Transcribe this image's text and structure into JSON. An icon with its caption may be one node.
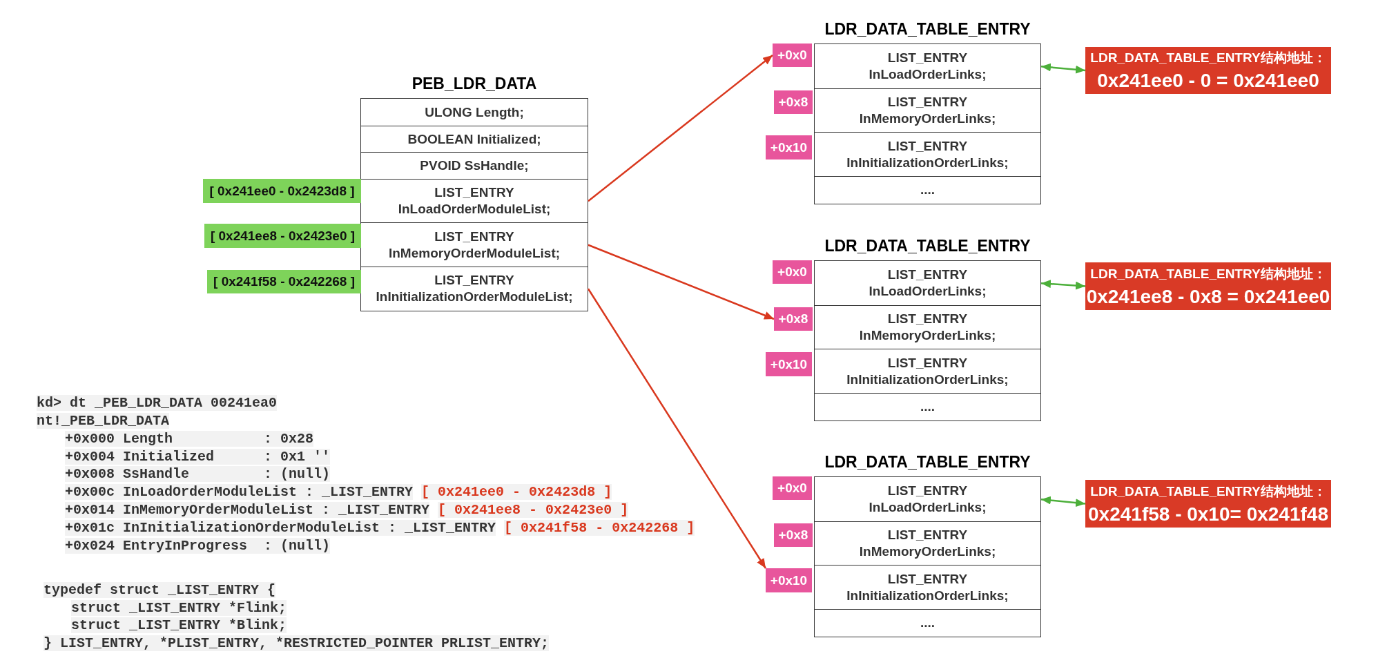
{
  "diagram": {
    "nodes": [
      {
        "text": [
          "PEB_LDR_DATA"
        ]
      },
      {
        "text": [
          "ULONG Length;"
        ],
        "in": 0
      },
      {
        "text": [
          "BOOLEAN Initialized;"
        ],
        "in": 0
      },
      {
        "text": [
          "PVOID SsHandle;"
        ],
        "in": 0
      },
      {
        "text": [
          "LIST_ENTRY InLoadOrderModuleList;"
        ],
        "in": 0
      },
      {
        "text": [
          "LIST_ENTRY InMemoryOrderModuleList;"
        ],
        "in": 0
      },
      {
        "text": [
          "LIST_ENTRY InInitializationOrderModuleList;"
        ],
        "in": 0
      },
      {
        "text": [
          "[ 0x241ee0 - 0x2423d8 ]"
        ]
      },
      {
        "text": [
          "[ 0x241ee8 - 0x2423e0 ]"
        ]
      },
      {
        "text": [
          "[ 0x241f58 - 0x242268 ]"
        ]
      },
      {
        "text": [
          "LDR_DATA_TABLE_ENTRY"
        ]
      },
      {
        "text": [
          "LIST_ENTRY InLoadOrderLinks;"
        ],
        "in": 10
      },
      {
        "text": [
          "LIST_ENTRY InMemoryOrderLinks;"
        ],
        "in": 10
      },
      {
        "text": [
          "LIST_ENTRY InInitializationOrderLinks;"
        ],
        "in": 10
      },
      {
        "text": [
          "...."
        ],
        "in": 10
      },
      {
        "text": [
          "+0x0"
        ]
      },
      {
        "text": [
          "+0x8"
        ]
      },
      {
        "text": [
          "+0x10"
        ]
      },
      {
        "text": [
          "LDR_DATA_TABLE_ENTRY结构地址：",
          "0x241ee0 - 0 = 0x241ee0"
        ]
      },
      {
        "text": [
          "LDR_DATA_TABLE_ENTRY"
        ]
      },
      {
        "text": [
          "LIST_ENTRY InLoadOrderLinks;"
        ],
        "in": 19
      },
      {
        "text": [
          "LIST_ENTRY InMemoryOrderLinks;"
        ],
        "in": 19
      },
      {
        "text": [
          "LIST_ENTRY InInitializationOrderLinks;"
        ],
        "in": 19
      },
      {
        "text": [
          "...."
        ],
        "in": 19
      },
      {
        "text": [
          "+0x0"
        ]
      },
      {
        "text": [
          "+0x8"
        ]
      },
      {
        "text": [
          "+0x10"
        ]
      },
      {
        "text": [
          "LDR_DATA_TABLE_ENTRY结构地址：",
          "0x241ee8 - 0x8 = 0x241ee0"
        ]
      },
      {
        "text": [
          "LDR_DATA_TABLE_ENTRY"
        ]
      },
      {
        "text": [
          "LIST_ENTRY InLoadOrderLinks;"
        ],
        "in": 28
      },
      {
        "text": [
          "LIST_ENTRY InMemoryOrderLinks;"
        ],
        "in": 28
      },
      {
        "text": [
          "LIST_ENTRY InInitializationOrderLinks;"
        ],
        "in": 28
      },
      {
        "text": [
          "...."
        ],
        "in": 28
      },
      {
        "text": [
          "+0x0"
        ]
      },
      {
        "text": [
          "+0x8"
        ]
      },
      {
        "text": [
          "+0x10"
        ]
      },
      {
        "text": [
          "LDR_DATA_TABLE_ENTRY结构地址：",
          "0x241f58 - 0x10= 0x241f48"
        ]
      }
    ],
    "edges": [
      {
        "from": 4,
        "to": 15,
        "arrow": "to",
        "color": "#d9381e"
      },
      {
        "from": 5,
        "to": 25,
        "arrow": "to",
        "color": "#d9381e"
      },
      {
        "from": 6,
        "to": 35,
        "arrow": "to",
        "color": "#d9381e"
      },
      {
        "from": 11,
        "to": 18,
        "arrow": "both",
        "color": "#4caf3a"
      },
      {
        "from": 20,
        "to": 27,
        "arrow": "both",
        "color": "#4caf3a"
      },
      {
        "from": 29,
        "to": 36,
        "arrow": "both",
        "color": "#4caf3a"
      }
    ],
    "labels": [
      "kd> dt _PEB_LDR_DATA 00241ea0",
      "nt!_PEB_LDR_DATA",
      "+0x000 Length           : 0x28",
      "+0x004 Initialized      : 0x1 ''",
      "+0x008 SsHandle         : (null)",
      "+0x00c InLoadOrderModuleList : _LIST_ENTRY",
      "[ 0x241ee0 - 0x2423d8 ]",
      "+0x014 InMemoryOrderModuleList : _LIST_ENTRY",
      "[ 0x241ee8 - 0x2423e0 ]",
      "+0x01c InInitializationOrderModuleList : _LIST_ENTRY",
      "[ 0x241f58 - 0x242268 ]",
      "+0x024 EntryInProgress  : (null)",
      "typedef struct _LIST_ENTRY {",
      "struct _LIST_ENTRY *Flink;",
      "struct _LIST_ENTRY *Blink;",
      "} LIST_ENTRY, *PLIST_ENTRY, *RESTRICTED_POINTER PRLIST_ENTRY;"
    ]
  }
}
